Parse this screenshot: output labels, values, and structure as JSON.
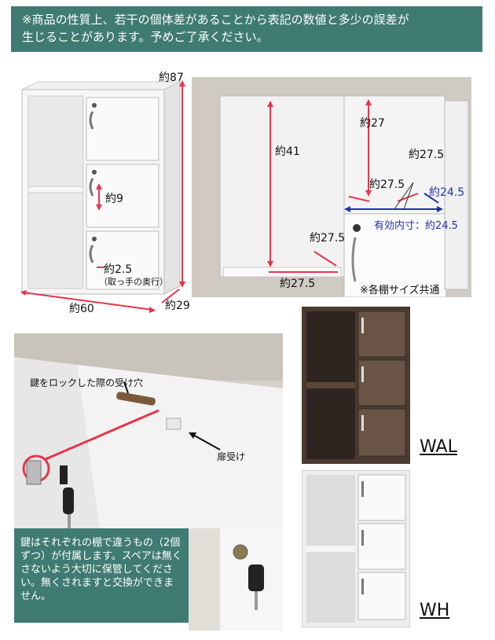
{
  "banner": {
    "line1": "※商品の性質上、若干の個体差があることから表記の数値と多少の誤差が",
    "line2": "生じることがあります。予めご了承ください。"
  },
  "dimensions": {
    "height": "約87",
    "width": "約60",
    "depth": "約29",
    "door_height": "約9",
    "handle_depth": "約2.5",
    "handle_note": "（取っ手の奥行）"
  },
  "shelf": {
    "left_height": "約41",
    "right_height": "約27",
    "diag1": "約27.5",
    "diag2": "約27.5",
    "inner_depth_right": "約24.5",
    "effective_label": "有効内寸：約24.5",
    "bottom_diag": "約27.5",
    "bottom_width": "約27.5",
    "note": "※各棚サイズ共通"
  },
  "lock": {
    "hole_label": "鍵をロックした際の受け穴",
    "catch_label": "扉受け",
    "note": "鍵はそれぞれの棚で違うもの（2個ずつ）が付属します。スペアは無くさないよう大切に保管してください。無くされますと交換ができません。"
  },
  "variants": {
    "wal": "WAL",
    "wh": "WH"
  },
  "colors": {
    "banner": "#3f7b72",
    "arrow_red": "#e8354a",
    "arrow_blue": "#2233aa",
    "walnut": "#4a3a30"
  }
}
